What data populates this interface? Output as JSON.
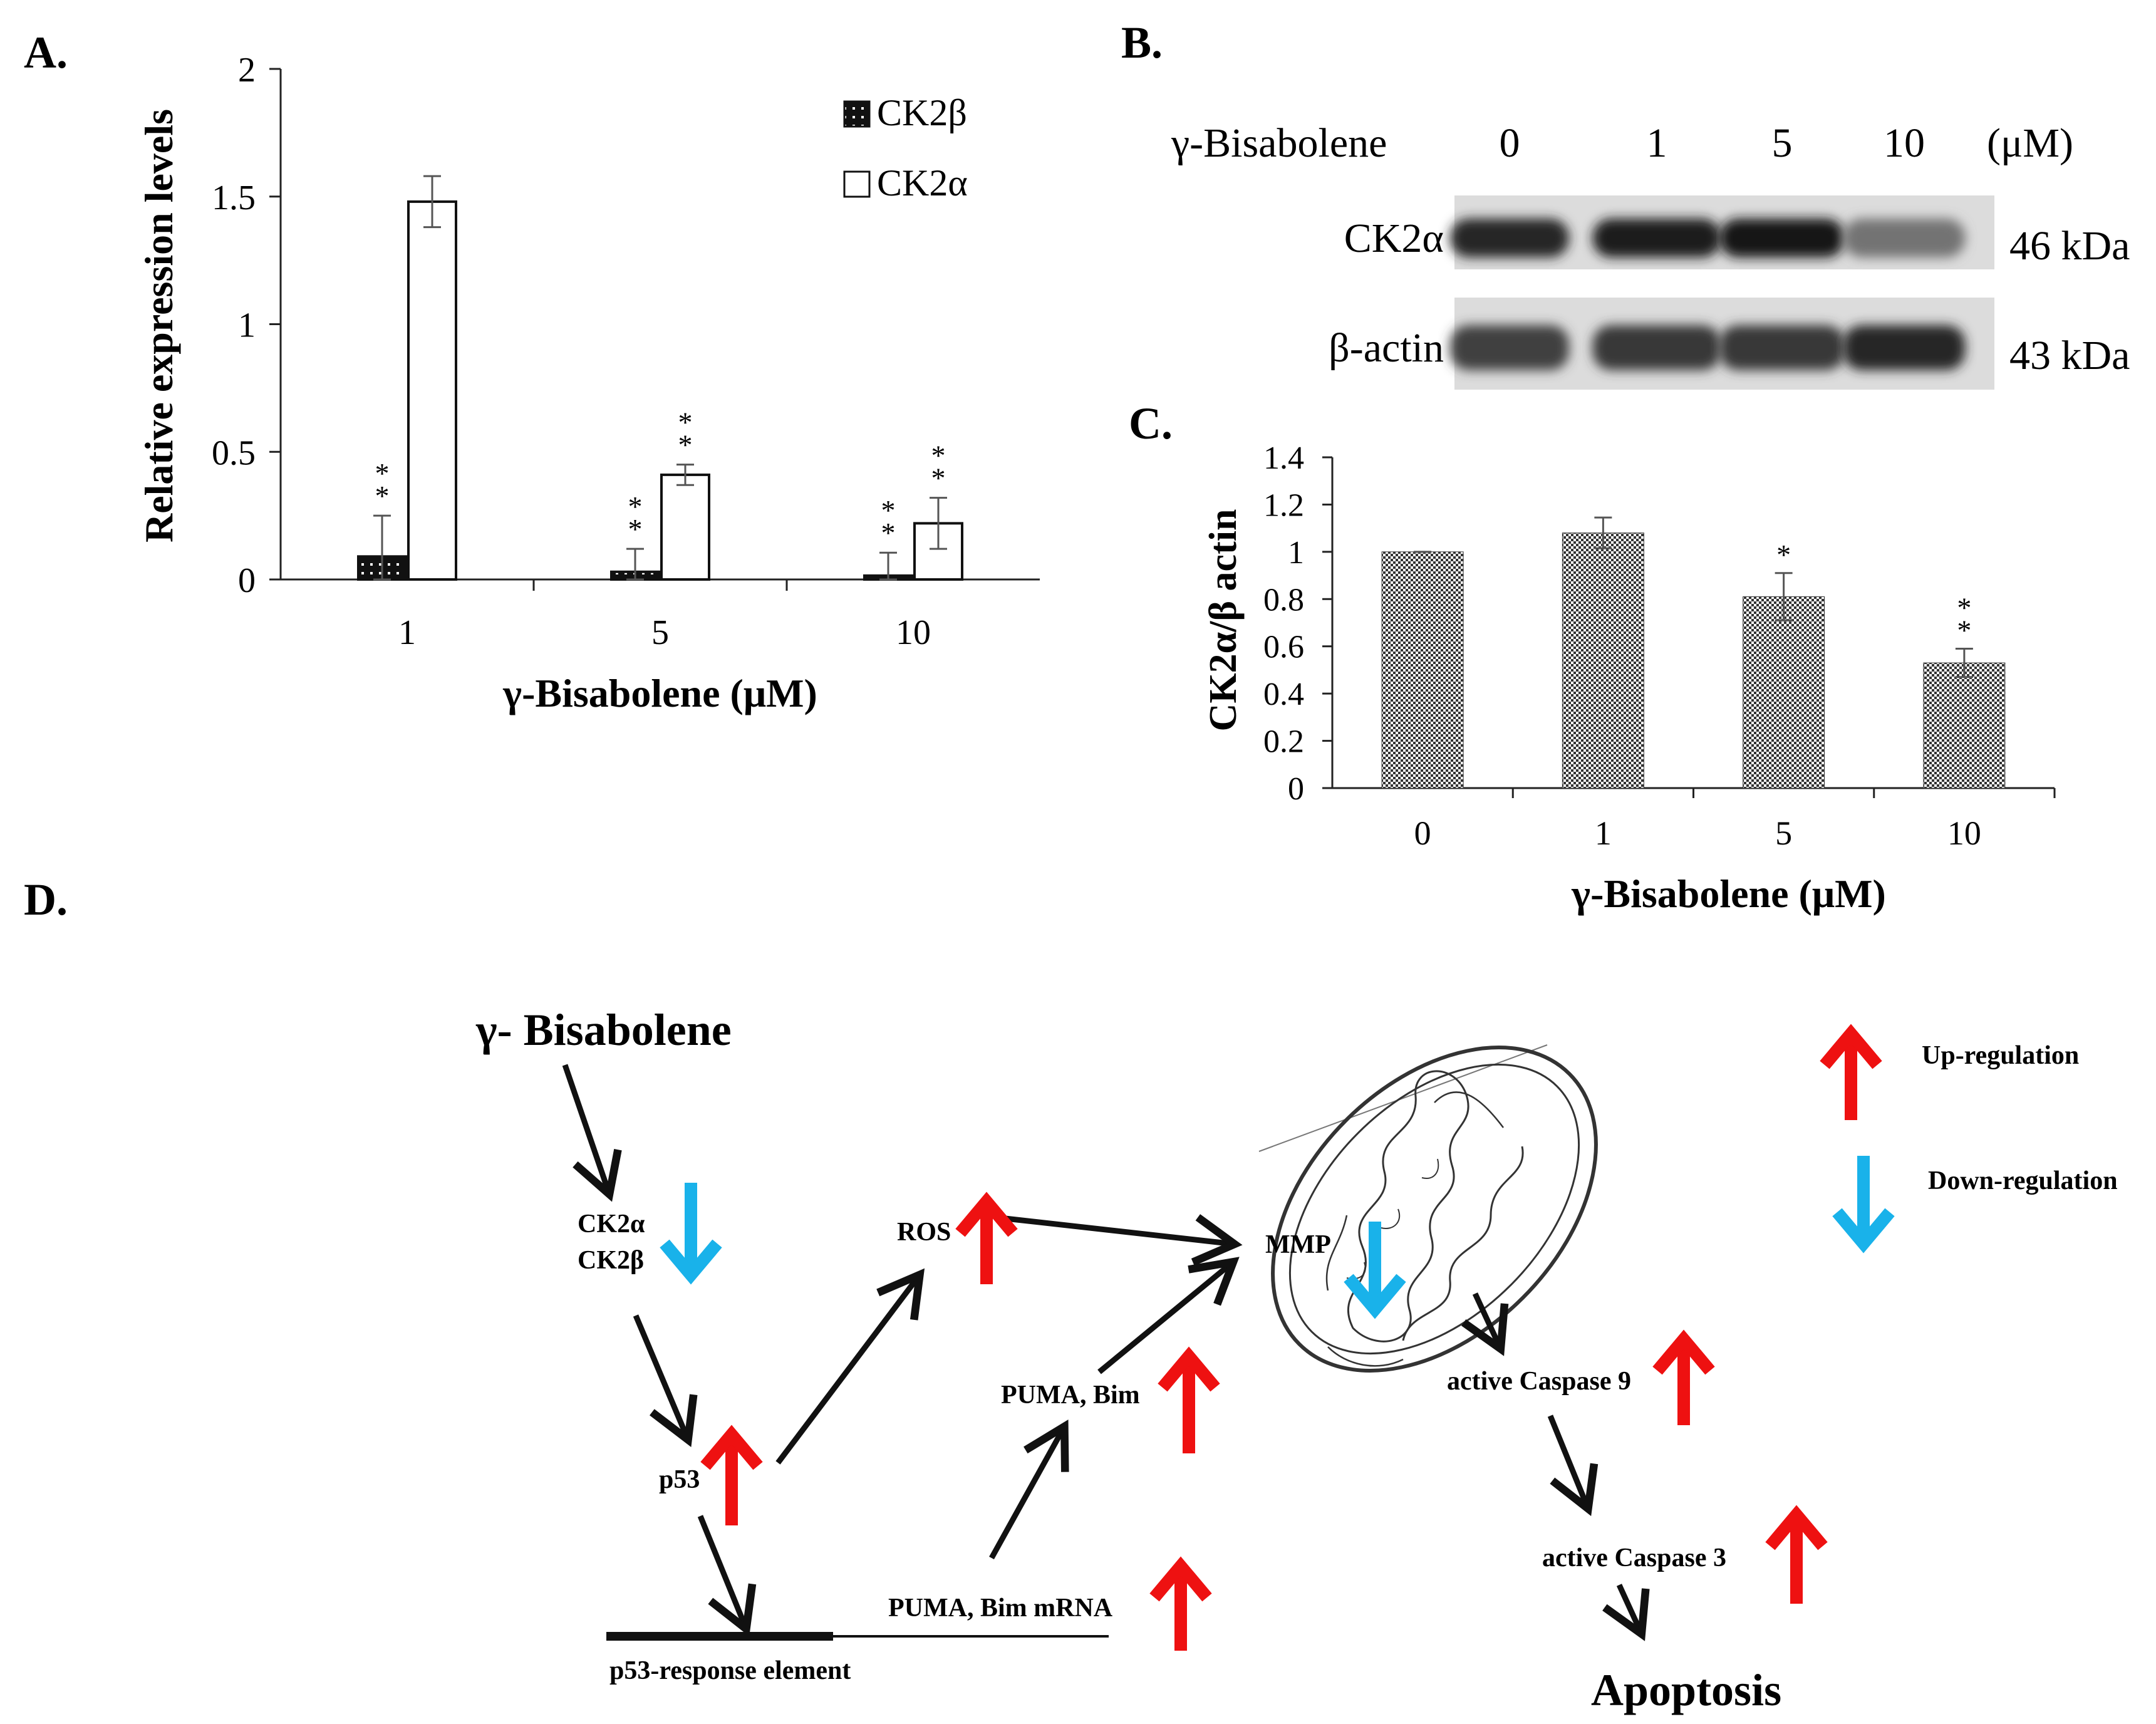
{
  "panels": {
    "a": {
      "label": "A.",
      "chart_data": {
        "type": "bar",
        "title": "",
        "xlabel": "γ-Bisabolene (μM)",
        "ylabel": "Relative expression levels",
        "categories": [
          "1",
          "5",
          "10"
        ],
        "ylim": [
          0,
          2
        ],
        "yticks": [
          "0",
          "0.5",
          "1",
          "1.5",
          "2"
        ],
        "legend_position": "top-right",
        "series": [
          {
            "name": "CK2β",
            "values": [
              0.09,
              0.03,
              0.015
            ],
            "errors": [
              0.16,
              0.09,
              0.09
            ],
            "significance": [
              "**",
              "**",
              "**"
            ],
            "pattern": "black-with-white-dots"
          },
          {
            "name": "CK2α",
            "values": [
              1.48,
              0.41,
              0.22
            ],
            "errors": [
              0.1,
              0.04,
              0.1
            ],
            "significance": [
              "",
              "**",
              "**"
            ],
            "pattern": "white"
          }
        ]
      }
    },
    "b": {
      "label": "B.",
      "treatment_label": "γ-Bisabolene",
      "doses": [
        "0",
        "1",
        "5",
        "10"
      ],
      "unit": "(μM)",
      "rows": [
        {
          "name": "CK2α",
          "size": "46 kDa",
          "band_intensity": [
            0.85,
            0.88,
            0.92,
            0.55
          ]
        },
        {
          "name": "β-actin",
          "size": "43 kDa",
          "band_intensity": [
            0.75,
            0.78,
            0.78,
            0.85
          ]
        }
      ]
    },
    "c": {
      "label": "C.",
      "chart_data": {
        "type": "bar",
        "title": "",
        "xlabel": "γ-Bisabolene (μM)",
        "ylabel": "CK2α/β actin",
        "categories": [
          "0",
          "1",
          "5",
          "10"
        ],
        "ylim": [
          0,
          1.4
        ],
        "yticks": [
          "0",
          "0.2",
          "0.4",
          "0.6",
          "0.8",
          "1",
          "1.2",
          "1.4"
        ],
        "series": [
          {
            "values": [
              1.0,
              1.08,
              0.81,
              0.53
            ],
            "errors": [
              0.0,
              0.065,
              0.1,
              0.06
            ],
            "significance": [
              "",
              "",
              "*",
              "**"
            ],
            "pattern": "checkered"
          }
        ]
      }
    },
    "d": {
      "label": "D.",
      "nodes": {
        "bisabolene": "γ- Bisabolene",
        "ck2a": "CK2α",
        "ck2b": "CK2β",
        "ros": "ROS",
        "mmp": "MMP",
        "p53": "p53",
        "puma_bim": "PUMA, Bim",
        "puma_bim_mrna": "PUMA, Bim mRNA",
        "p53_re": "p53-response element",
        "casp9": "active Caspase 9",
        "casp3": "active Caspase  3",
        "apoptosis": "Apoptosis"
      },
      "legend": {
        "up": "Up-regulation",
        "down": "Down-regulation"
      },
      "colors": {
        "up": "#ee1111",
        "down": "#19b2ea",
        "arrow": "#111111"
      }
    }
  }
}
